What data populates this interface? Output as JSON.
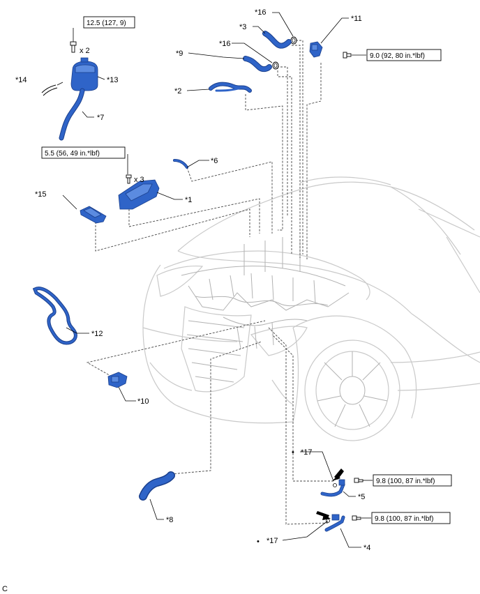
{
  "labels": {
    "p1": "*1",
    "p2": "*2",
    "p3": "*3",
    "p4": "*4",
    "p5": "*5",
    "p6": "*6",
    "p7": "*7",
    "p8": "*8",
    "p9": "*9",
    "p10": "*10",
    "p11": "*11",
    "p12": "*12",
    "p13": "*13",
    "p14": "*14",
    "p15": "*15",
    "p16a": "*16",
    "p16b": "*16",
    "p17a": "*17",
    "p17b": "*17"
  },
  "torques": {
    "t1": "12.5 (127, 9)",
    "t2": "5.5 (56, 49 in.*lbf)",
    "t3": "9.0 (92, 80 in.*lbf)",
    "t4": "9.8 (100, 87 in.*lbf)",
    "t5": "9.8 (100, 87 in.*lbf)"
  },
  "quantities": {
    "q1": "x 2",
    "q2": "x 3"
  },
  "bullets": {
    "b1": "•",
    "b2": "•"
  },
  "corner_mark": "C",
  "colors": {
    "part_blue": "#2f64c8",
    "car_gray": "#c9c9c9"
  }
}
